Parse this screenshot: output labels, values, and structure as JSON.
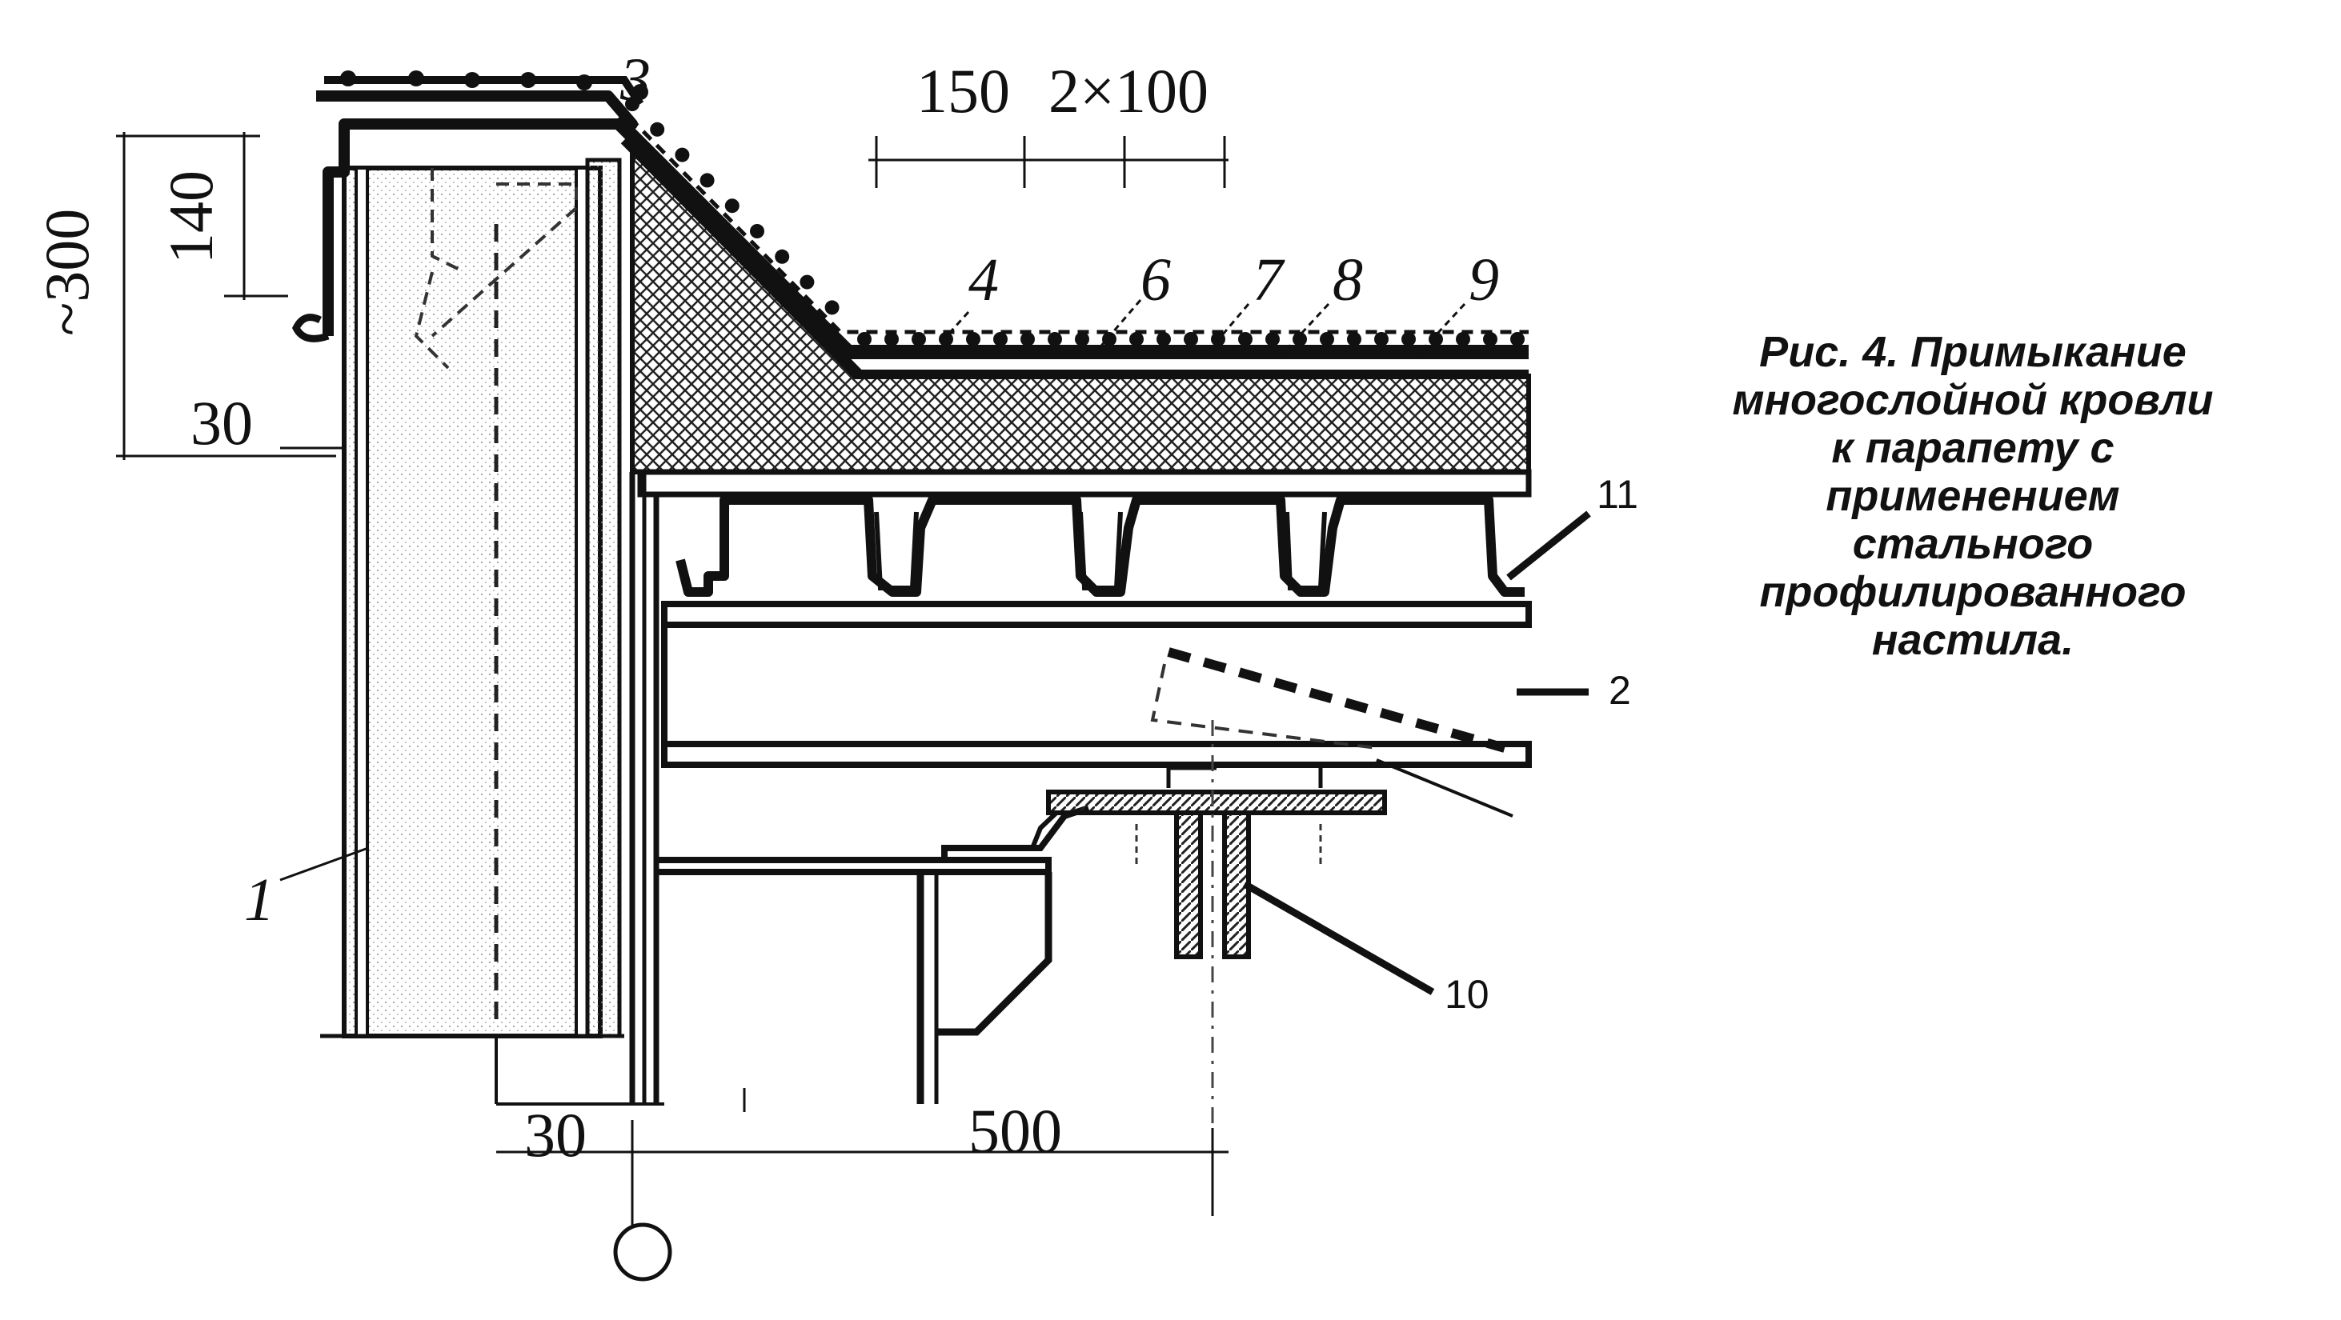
{
  "dimensions": {
    "d150": "150",
    "d2x100": "2×100",
    "d140": "140",
    "d300": "~300",
    "d30_top": "30",
    "d30_bottom": "30",
    "d500": "500"
  },
  "callouts": {
    "c1": "1",
    "c2": "2",
    "c3": "3",
    "c4": "4",
    "c6": "6",
    "c7": "7",
    "c8": "8",
    "c9": "9",
    "c10": "10",
    "c11": "11"
  },
  "caption": {
    "lines": [
      "Рис. 4. Примыкание",
      "многослойной кровли",
      "к парапету с",
      "применением",
      "стального",
      "профилированного",
      "настила."
    ]
  }
}
